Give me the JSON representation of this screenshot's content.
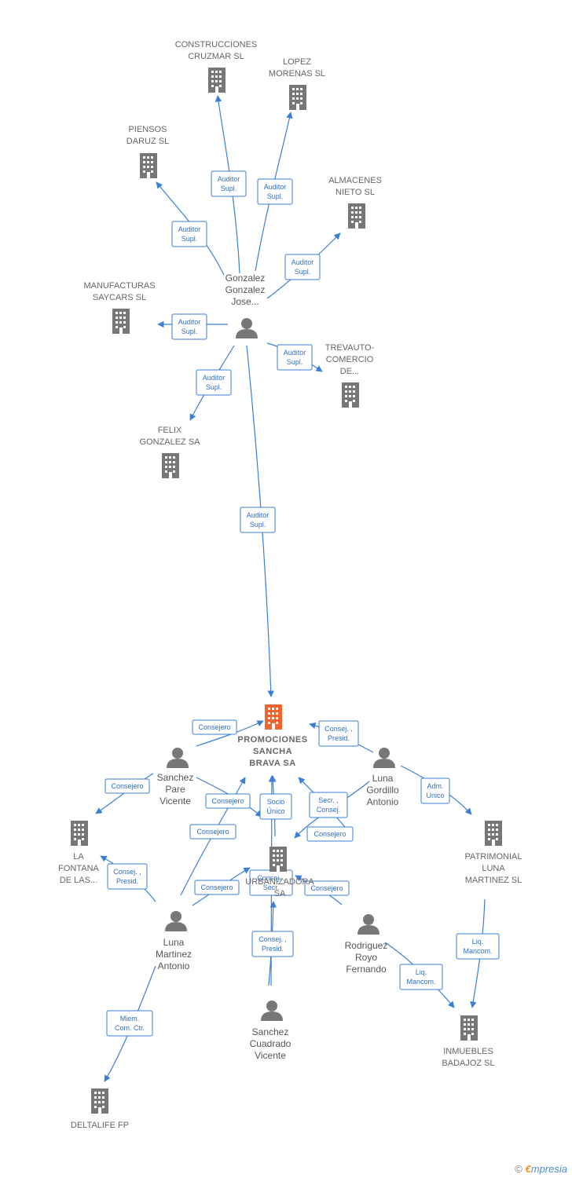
{
  "colors": {
    "edge": "#3a7fd5",
    "company": "#777777",
    "main_company": "#f26430",
    "person": "#777777"
  },
  "nodes": [
    {
      "id": "n_cruzmar",
      "kind": "company",
      "lines": [
        "CONSTRUCCIONES",
        "CRUZMAR SL"
      ]
    },
    {
      "id": "n_lopez",
      "kind": "company",
      "lines": [
        "LOPEZ",
        "MORENAS SL"
      ]
    },
    {
      "id": "n_piensos",
      "kind": "company",
      "lines": [
        "PIENSOS",
        "DARUZ SL"
      ]
    },
    {
      "id": "n_almacenes",
      "kind": "company",
      "lines": [
        "ALMACENES",
        "NIETO SL"
      ]
    },
    {
      "id": "n_manufacturas",
      "kind": "company",
      "lines": [
        "MANUFACTURAS",
        "SAYCARS SL"
      ]
    },
    {
      "id": "n_trevauto",
      "kind": "company",
      "lines": [
        "TREVAUTO-",
        "COMERCIO",
        "DE..."
      ]
    },
    {
      "id": "n_felix",
      "kind": "company",
      "lines": [
        "FELIX",
        "GONZALEZ SA"
      ]
    },
    {
      "id": "n_gonzalez",
      "kind": "person",
      "lines": [
        "Gonzalez",
        "Gonzalez",
        "Jose..."
      ]
    },
    {
      "id": "n_promociones",
      "kind": "main",
      "lines": [
        "PROMOCIONES",
        "SANCHA",
        "BRAVA SA"
      ]
    },
    {
      "id": "n_sanchez_pare",
      "kind": "person",
      "lines": [
        "Sanchez",
        "Pare",
        "Vicente"
      ]
    },
    {
      "id": "n_luna_gordillo",
      "kind": "person",
      "lines": [
        "Luna",
        "Gordillo",
        "Antonio"
      ]
    },
    {
      "id": "n_fontana",
      "kind": "company",
      "lines": [
        "LA",
        "FONTANA",
        "DE LAS..."
      ]
    },
    {
      "id": "n_patrimonial",
      "kind": "company",
      "lines": [
        "PATRIMONIAL",
        "LUNA",
        "MARTINEZ SL"
      ]
    },
    {
      "id": "n_urbanizadora",
      "kind": "company",
      "lines": [
        "URBANIZADORA",
        "SA"
      ]
    },
    {
      "id": "n_luna_martinez",
      "kind": "person",
      "lines": [
        "Luna",
        "Martinez",
        "Antonio"
      ]
    },
    {
      "id": "n_rodriguez",
      "kind": "person",
      "lines": [
        "Rodriguez",
        "Royo",
        "Fernando"
      ]
    },
    {
      "id": "n_sanchez_cuadrado",
      "kind": "person",
      "lines": [
        "Sanchez",
        "Cuadrado",
        "Vicente"
      ]
    },
    {
      "id": "n_inmuebles",
      "kind": "company",
      "lines": [
        "INMUEBLES",
        "BADAJOZ SL"
      ]
    },
    {
      "id": "n_deltalife",
      "kind": "company",
      "lines": [
        "DELTALIFE FP"
      ]
    }
  ],
  "edges": [
    {
      "id": "e1",
      "lines": [
        "Auditor",
        "Supl."
      ]
    },
    {
      "id": "e2",
      "lines": [
        "Auditor",
        "Supl."
      ]
    },
    {
      "id": "e3",
      "lines": [
        "Auditor",
        "Supl."
      ]
    },
    {
      "id": "e4",
      "lines": [
        "Auditor",
        "Supl."
      ]
    },
    {
      "id": "e5",
      "lines": [
        "Auditor",
        "Supl."
      ]
    },
    {
      "id": "e6",
      "lines": [
        "Auditor",
        "Supl."
      ]
    },
    {
      "id": "e7",
      "lines": [
        "Auditor",
        "Supl."
      ]
    },
    {
      "id": "e8",
      "lines": [
        "Auditor",
        "Supl."
      ]
    },
    {
      "id": "e9",
      "lines": [
        "Consejero"
      ]
    },
    {
      "id": "e10",
      "lines": [
        "Consej. ,",
        "Presid."
      ]
    },
    {
      "id": "e11",
      "lines": [
        "Consejero"
      ]
    },
    {
      "id": "e12",
      "lines": [
        "Consejero"
      ]
    },
    {
      "id": "e13",
      "lines": [
        "Socio",
        "Único"
      ]
    },
    {
      "id": "e14",
      "lines": [
        "Secr. ,",
        "Consej."
      ]
    },
    {
      "id": "e15",
      "lines": [
        "Adm.",
        "Unico"
      ]
    },
    {
      "id": "e16",
      "lines": [
        "Consejero"
      ]
    },
    {
      "id": "e17",
      "lines": [
        "Consejero"
      ]
    },
    {
      "id": "e18",
      "lines": [
        "Consej. ,",
        "Presid."
      ]
    },
    {
      "id": "e19",
      "lines": [
        "Consejero"
      ]
    },
    {
      "id": "e20",
      "lines": [
        "Consej. ,",
        "Secr."
      ]
    },
    {
      "id": "e21",
      "lines": [
        "Consejero"
      ]
    },
    {
      "id": "e22",
      "lines": [
        "Consej. ,",
        "Presid."
      ]
    },
    {
      "id": "e23",
      "lines": [
        "Liq.",
        "Mancom."
      ]
    },
    {
      "id": "e24",
      "lines": [
        "Liq.",
        "Mancom."
      ]
    },
    {
      "id": "e25",
      "lines": [
        "Miem.",
        "Com. Ctr."
      ]
    }
  ],
  "footer": {
    "copyright": "©",
    "brand_e": "€",
    "brand": "mpresia"
  }
}
